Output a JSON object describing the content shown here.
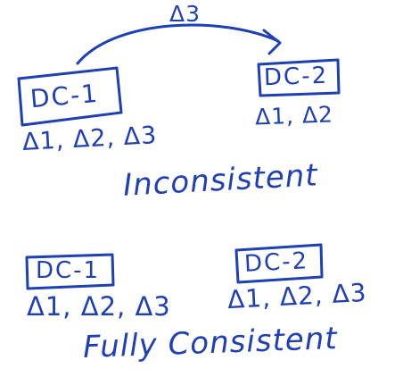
{
  "ink_color": "#1f3fb4",
  "top_scenario": {
    "arrow_label": "Δ3",
    "left_box_label": "DC-1",
    "left_deltas": "Δ1, Δ2, Δ3",
    "right_box_label": "DC-2",
    "right_deltas": "Δ1, Δ2",
    "status": "Inconsistent"
  },
  "bottom_scenario": {
    "left_box_label": "DC-1",
    "left_deltas": "Δ1, Δ2, Δ3",
    "right_box_label": "DC-2",
    "right_deltas": "Δ1, Δ2, Δ3",
    "status": "Fully Consistent"
  }
}
